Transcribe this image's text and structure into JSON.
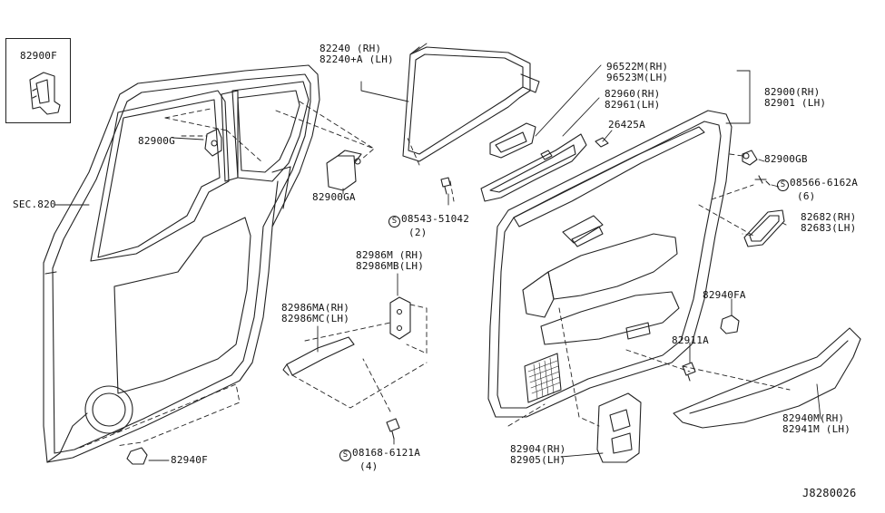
{
  "diagram_id": "J8280026",
  "inset_box": {
    "part": "82900F"
  },
  "labels": {
    "p82240": "82240 (RH)",
    "p82240a": "82240+A (LH)",
    "p96522": "96522M(RH)",
    "p96523": "96523M(LH)",
    "p82960": "82960(RH)",
    "p82961": "82961(LH)",
    "p82900rh": "82900(RH)",
    "p82901lh": "82901 (LH)",
    "p26425": "26425A",
    "p82900g": "82900G",
    "p82900ga": "82900GA",
    "p82900gb": "82900GB",
    "sec820": "SEC.820",
    "p08543": "08543-51042",
    "p08543qty": "(2)",
    "p08566": "08566-6162A",
    "p08566qty": "(6)",
    "p82682": "82682(RH)",
    "p82683": "82683(LH)",
    "p82986m": "82986M (RH)",
    "p82986mb": "82986MB(LH)",
    "p82986ma": "82986MA(RH)",
    "p82986mc": "82986MC(LH)",
    "p82940fa": "82940FA",
    "p82911a": "82911A",
    "p82940m": "82940M(RH)",
    "p82941m": "82941M (LH)",
    "p82904": "82904(RH)",
    "p82905": "82905(LH)",
    "p08168": "08168-6121A",
    "p08168qty": "(4)",
    "p82940f": "82940F",
    "screw_symbol": "S"
  }
}
